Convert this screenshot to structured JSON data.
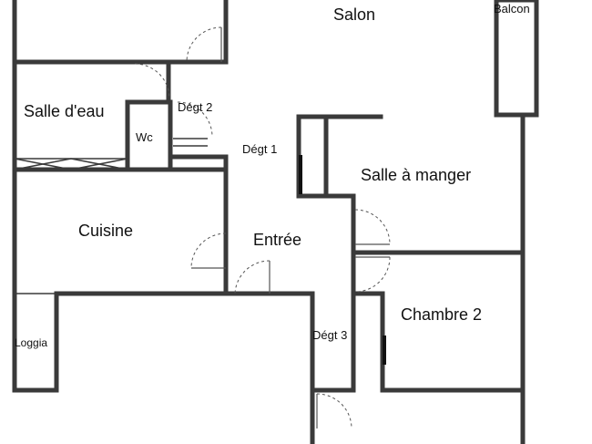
{
  "rooms": {
    "salon": "Salon",
    "balcon": "Balcon",
    "salle_deau": "Salle d'eau",
    "degt2": "Dégt 2",
    "wc": "Wc",
    "degt1": "Dégt 1",
    "salle_a_manger": "Salle à manger",
    "cuisine": "Cuisine",
    "entree": "Entrée",
    "chambre2": "Chambre 2",
    "loggia": "Loggia",
    "degt3": "Dégt 3"
  }
}
